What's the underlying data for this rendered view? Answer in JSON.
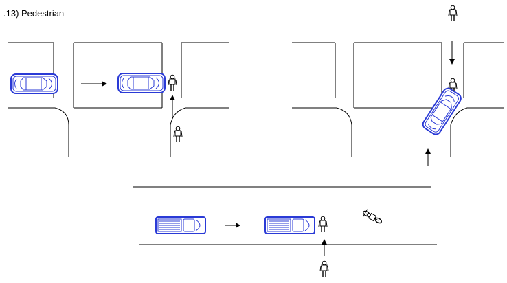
{
  "title": ".13) Pedestrian",
  "colors": {
    "line": "#000000",
    "vehicle": "#2a3ad6",
    "vehicle_fill": "#ffffff"
  },
  "scenes": [
    {
      "name": "scene-1",
      "elements": [
        "car-start",
        "motion-arrow",
        "car-stopped",
        "pedestrian-at-crossing",
        "pedestrian-walk-arrow",
        "pedestrian-approaching"
      ]
    },
    {
      "name": "scene-2",
      "elements": [
        "pedestrian-far",
        "pedestrian-walk-arrow",
        "pedestrian-at-crossing",
        "car-turning",
        "vehicle-approach-arrow"
      ]
    },
    {
      "name": "scene-3",
      "elements": [
        "pickup-truck-start",
        "motion-arrow",
        "pickup-truck-stopped",
        "pedestrian-at-crossing",
        "pedestrian-walk-arrow",
        "pedestrian-approaching",
        "cyclist"
      ]
    }
  ]
}
